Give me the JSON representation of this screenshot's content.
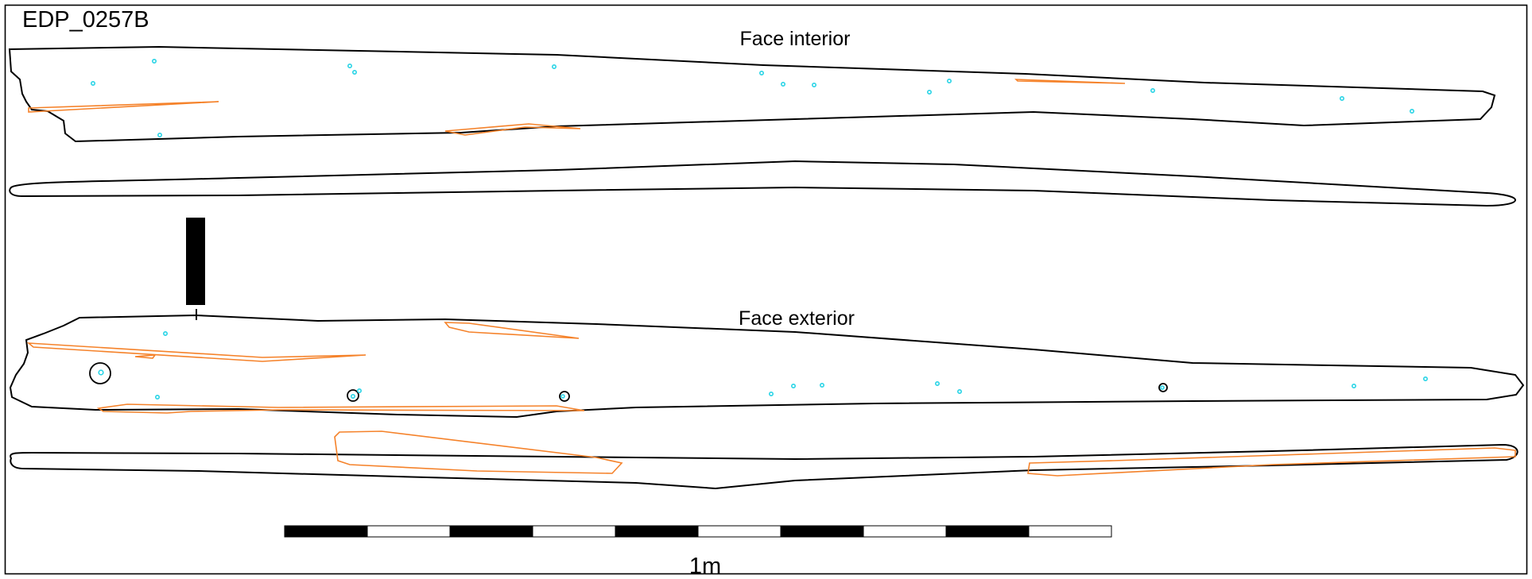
{
  "drawing_id": "EDP_0257B",
  "views": {
    "interior": {
      "label": "Face interior"
    },
    "exterior": {
      "label": "Face exterior"
    }
  },
  "scale_bar": {
    "label": "1m",
    "segments": 10
  },
  "colors": {
    "outline": "#000000",
    "orange_feature": "#f5822a",
    "cyan_point": "#29d4e6",
    "scale_dark": "#000000",
    "scale_light": "#ffffff",
    "frame": "#000000"
  },
  "legend": []
}
